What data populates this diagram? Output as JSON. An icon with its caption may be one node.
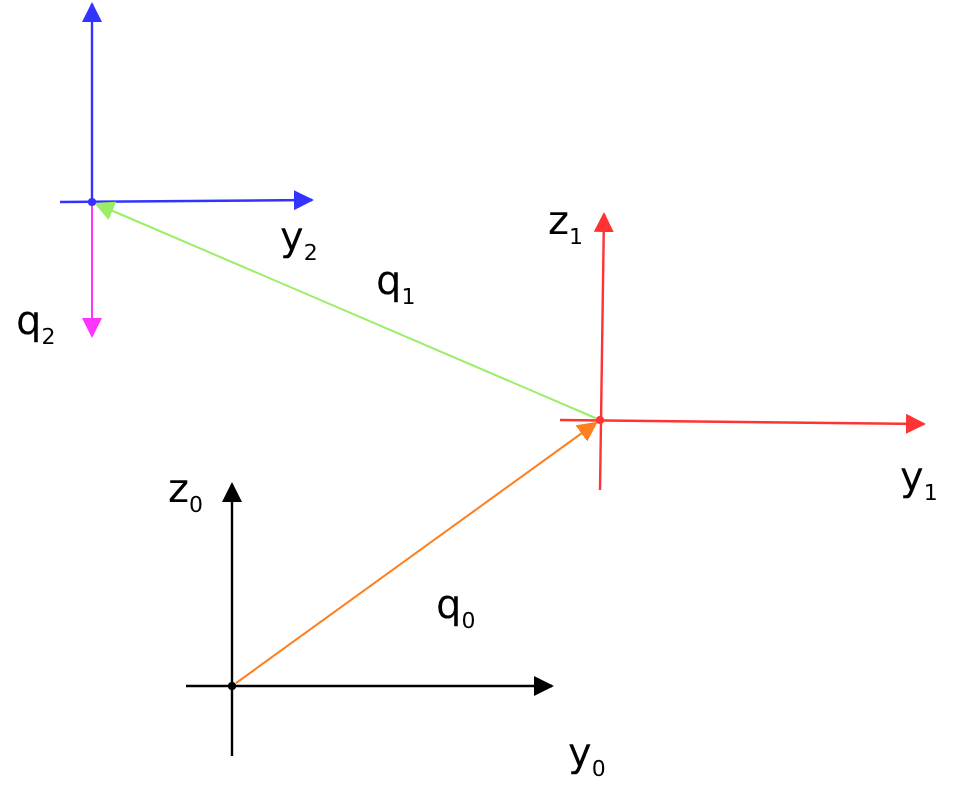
{
  "diagram": {
    "nodes": [
      {
        "text": [],
        "shape": "point"
      },
      {
        "text": [],
        "shape": "point"
      },
      {
        "text": [],
        "shape": "point"
      }
    ],
    "edges": [
      {
        "from": 0,
        "to": 1,
        "arrow": "to",
        "label": "q$_{0}$",
        "color": "#ff7f1f"
      },
      {
        "from": 1,
        "to": 2,
        "arrow": "to",
        "label": "q$_{1}$",
        "color": "#99ee66"
      },
      {
        "from": 2,
        "to": null,
        "arrow": "to",
        "label": "q$_{2}$",
        "color": "#ff33ff"
      }
    ],
    "labels": [
      "y$_{2}$",
      "z$_{1}$",
      "y$_{1}$",
      "z$_{0}$",
      "y$_{0}$"
    ]
  }
}
